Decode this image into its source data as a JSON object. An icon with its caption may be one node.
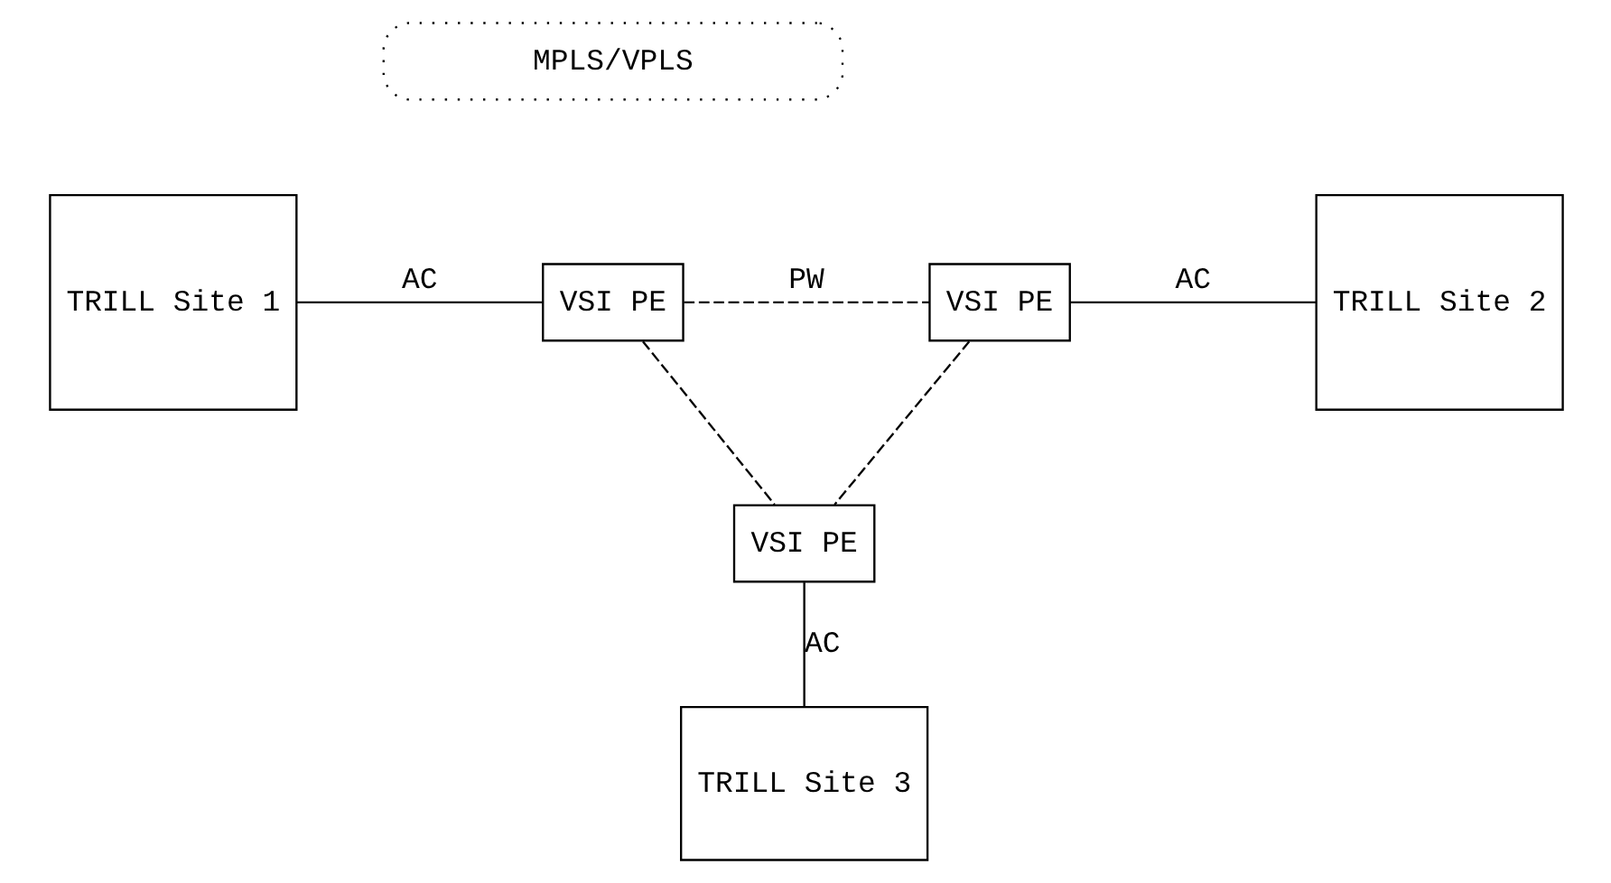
{
  "diagram": {
    "nodes": [
      {
        "text": [
          "TRILL Site 1"
        ]
      },
      {
        "text": [
          "MPLS/VPLS"
        ]
      },
      {
        "text": [
          "VSI PE"
        ]
      },
      {
        "text": [
          "VSI PE"
        ]
      },
      {
        "text": [
          "VSI PE"
        ]
      },
      {
        "text": [
          "TRILL Site 2"
        ]
      },
      {
        "text": [
          "TRILL Site 3"
        ]
      }
    ],
    "edges": [
      {
        "from": 0,
        "to": 2,
        "arrow": "none",
        "label": "AC"
      },
      {
        "from": 2,
        "to": 3,
        "arrow": "none",
        "label": "PW",
        "style": "dashed"
      },
      {
        "from": 2,
        "to": 4,
        "arrow": "none",
        "style": "dashed"
      },
      {
        "from": 3,
        "to": 4,
        "arrow": "none",
        "style": "dashed"
      },
      {
        "from": 3,
        "to": 5,
        "arrow": "none",
        "label": "AC"
      },
      {
        "from": 4,
        "to": 6,
        "arrow": "none",
        "label": "AC"
      }
    ]
  }
}
